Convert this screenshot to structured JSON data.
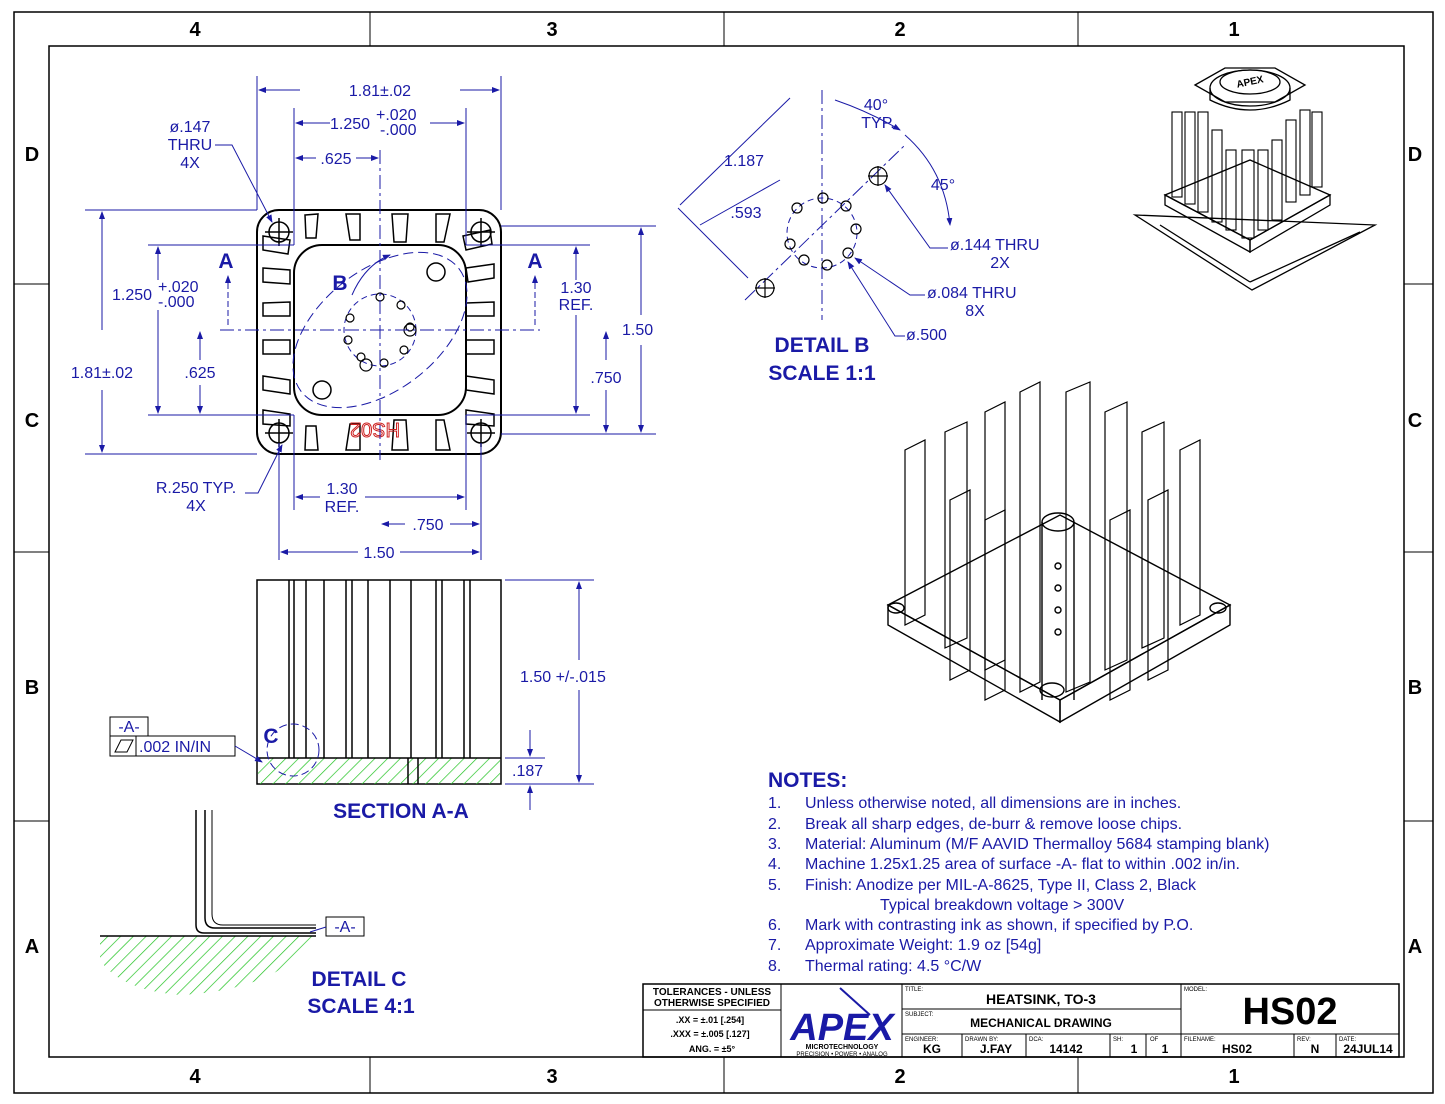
{
  "zones": {
    "columns": [
      "4",
      "3",
      "2",
      "1"
    ],
    "rows": [
      "D",
      "C",
      "B",
      "A"
    ]
  },
  "top_view": {
    "dims": {
      "overall_width": "1.81±.02",
      "inner_width_base": "1.250",
      "inner_width_tol_top": "+.020",
      "inner_width_tol_bot": "-.000",
      "half_width": ".625",
      "hole_dia": "ø.147",
      "hole_thru": "THRU",
      "hole_count": "4X",
      "inner_height_base": "1.250",
      "inner_height_tol_top": "+.020",
      "inner_height_tol_bot": "-.000",
      "overall_height": "1.81±.02",
      "half_height": ".625",
      "ref_h_val": "1.30",
      "ref_h_ref": "REF.",
      "mount_height": "1.50",
      "half_mount_height": ".750",
      "radius": "R.250  TYP.",
      "radius_count": "4X",
      "ref_w_val": "1.30",
      "ref_w_ref": "REF.",
      "half_mount_width": ".750",
      "mount_width": "1.50"
    },
    "labels": {
      "section_left": "A",
      "section_right": "A",
      "detail_b": "B",
      "marking": "HS02"
    }
  },
  "detail_b": {
    "angle": "40°",
    "angle_typ": "TYP.",
    "angle_2": "45°",
    "dim_1": "1.187",
    "dim_2": ".593",
    "hole_large": "ø.144  THRU",
    "hole_large_count": "2X",
    "hole_small": "ø.084  THRU",
    "hole_small_count": "8X",
    "circle_dia": "ø.500",
    "title": "DETAIL B",
    "scale": "SCALE 1:1"
  },
  "section_aa": {
    "height": "1.50  +/-.015",
    "base": ".187",
    "datum": "-A-",
    "flatness": ".002  IN/IN",
    "detail_c": "C",
    "title": "SECTION A-A"
  },
  "detail_c": {
    "datum": "-A-",
    "title": "DETAIL C",
    "scale": "SCALE 4:1"
  },
  "notes": {
    "heading": "NOTES:",
    "items": [
      {
        "num": "1.",
        "text": "Unless otherwise noted, all dimensions are in inches."
      },
      {
        "num": "2.",
        "text": "Break all sharp edges, de-burr & remove loose chips."
      },
      {
        "num": "3.",
        "text": "Material: Aluminum (M/F AAVID Thermalloy 5684 stamping blank)"
      },
      {
        "num": "4.",
        "text": "Machine 1.25x1.25 area of surface -A- flat to within .002 in/in."
      },
      {
        "num": "5.",
        "text": "Finish: Anodize per MIL-A-8625, Type II, Class 2, Black"
      },
      {
        "num": "",
        "text": "Typical breakdown voltage > 300V"
      },
      {
        "num": "6.",
        "text": "Mark with contrasting ink as shown, if specified by P.O."
      },
      {
        "num": "7.",
        "text": "Approximate Weight:   1.9 oz [54g]"
      },
      {
        "num": "8.",
        "text": "Thermal rating: 4.5 °C/W"
      }
    ]
  },
  "title_block": {
    "tolerances_line1": "TOLERANCES - UNLESS",
    "tolerances_line2": "OTHERWISE SPECIFIED",
    "tol_xx": ".XX  = ±.01 [.254]",
    "tol_xxx": ".XXX = ±.005 [.127]",
    "tol_ang": "ANG. = ±5°",
    "logo": "APEX",
    "logo_sub1": "MICROTECHNOLOGY",
    "logo_sub2": "PRECISION • POWER • ANALOG",
    "title_label": "TITLE:",
    "title": "HEATSINK, TO-3",
    "subject_label": "SUBJECT:",
    "subject": "MECHANICAL DRAWING",
    "model_label": "MODEL:",
    "model": "HS02",
    "engineer_label": "ENGINEER:",
    "engineer": "KG",
    "drawn_label": "DRAWN BY:",
    "drawn": "J.FAY",
    "dca_label": "DCA:",
    "dca": "14142",
    "sh_label": "SH:",
    "sh": "1",
    "of_label": "OF",
    "of": "1",
    "filename_label": "FILENAME:",
    "filename": "HS02",
    "rev_label": "REV:",
    "rev": "N",
    "date_label": "DATE:",
    "date": "24JUL14"
  }
}
